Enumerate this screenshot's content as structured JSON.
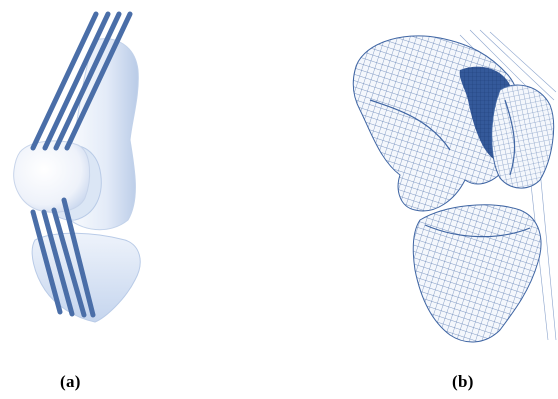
{
  "figure": {
    "panels": [
      {
        "id": "a",
        "label": "(a)",
        "depiction": "knee-bones-with-ligament-bands",
        "colors": {
          "bone_fill": "#e6eef9",
          "bone_shade": "#b7c9e6",
          "ligament": "#4a6ea8"
        }
      },
      {
        "id": "b",
        "label": "(b)",
        "depiction": "wireframe-mesh-knee-model",
        "colors": {
          "mesh_line": "#3f65a3",
          "mesh_fill": "#f4f7fc",
          "dark_fill": "#2c4f8c"
        }
      }
    ]
  }
}
